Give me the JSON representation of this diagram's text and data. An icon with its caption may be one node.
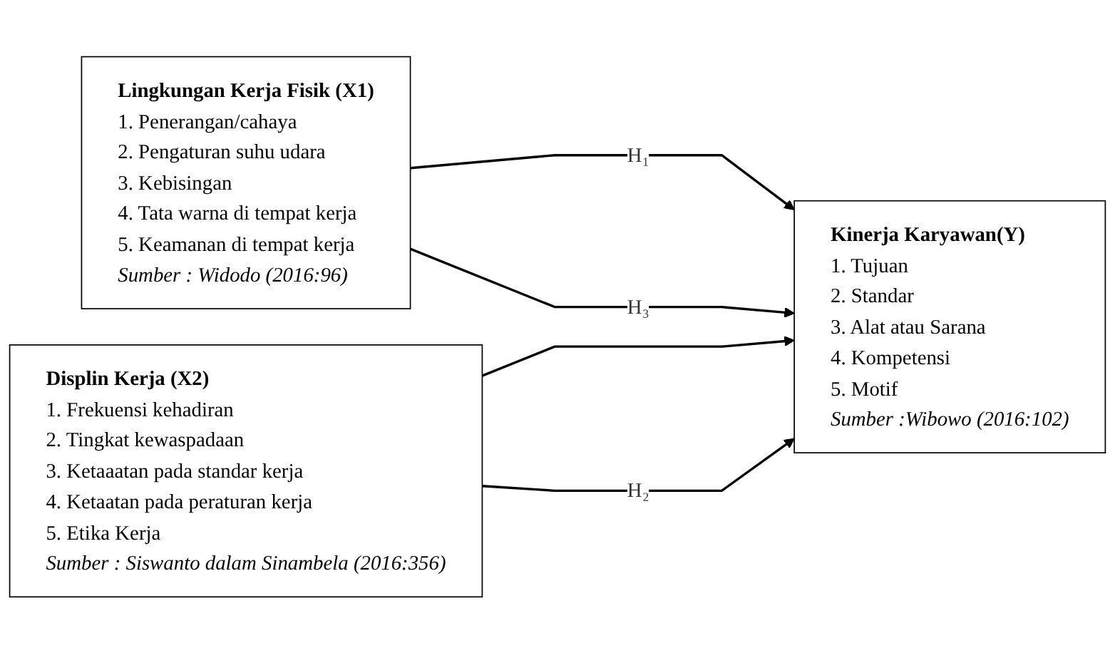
{
  "diagram": {
    "nodes": [
      {
        "text": [
          "Lingkungan Kerja Fisik (X1)",
          "1. Penerangan/cahaya",
          "2. Pengaturan suhu udara",
          "3. Kebisingan",
          "4. Tata warna di tempat kerja",
          "5. Keamanan di tempat kerja",
          "Sumber : Widodo (2016:96)"
        ]
      },
      {
        "text": [
          "Displin Kerja (X2)",
          "1. Frekuensi kehadiran",
          "2. Tingkat kewaspadaan",
          "3. Ketaaatan pada standar kerja",
          "4. Ketaatan pada peraturan kerja",
          "5. Etika Kerja",
          "Sumber : Siswanto dalam Sinambela (2016:356)"
        ]
      },
      {
        "text": [
          "Kinerja Karyawan(Y)",
          "1. Tujuan",
          "2. Standar",
          "3. Alat atau Sarana",
          "4. Kompetensi",
          "5. Motif",
          "Sumber :Wibowo (2016:102)"
        ]
      }
    ],
    "edges": [
      {
        "from": 0,
        "to": 2,
        "arrow": "to",
        "label": "H₁"
      },
      {
        "from": 0,
        "to": 2,
        "arrow": "to",
        "label": "H₃"
      },
      {
        "from": 1,
        "to": 2,
        "arrow": "to"
      },
      {
        "from": 1,
        "to": 2,
        "arrow": "to",
        "label": "H₂"
      }
    ]
  }
}
